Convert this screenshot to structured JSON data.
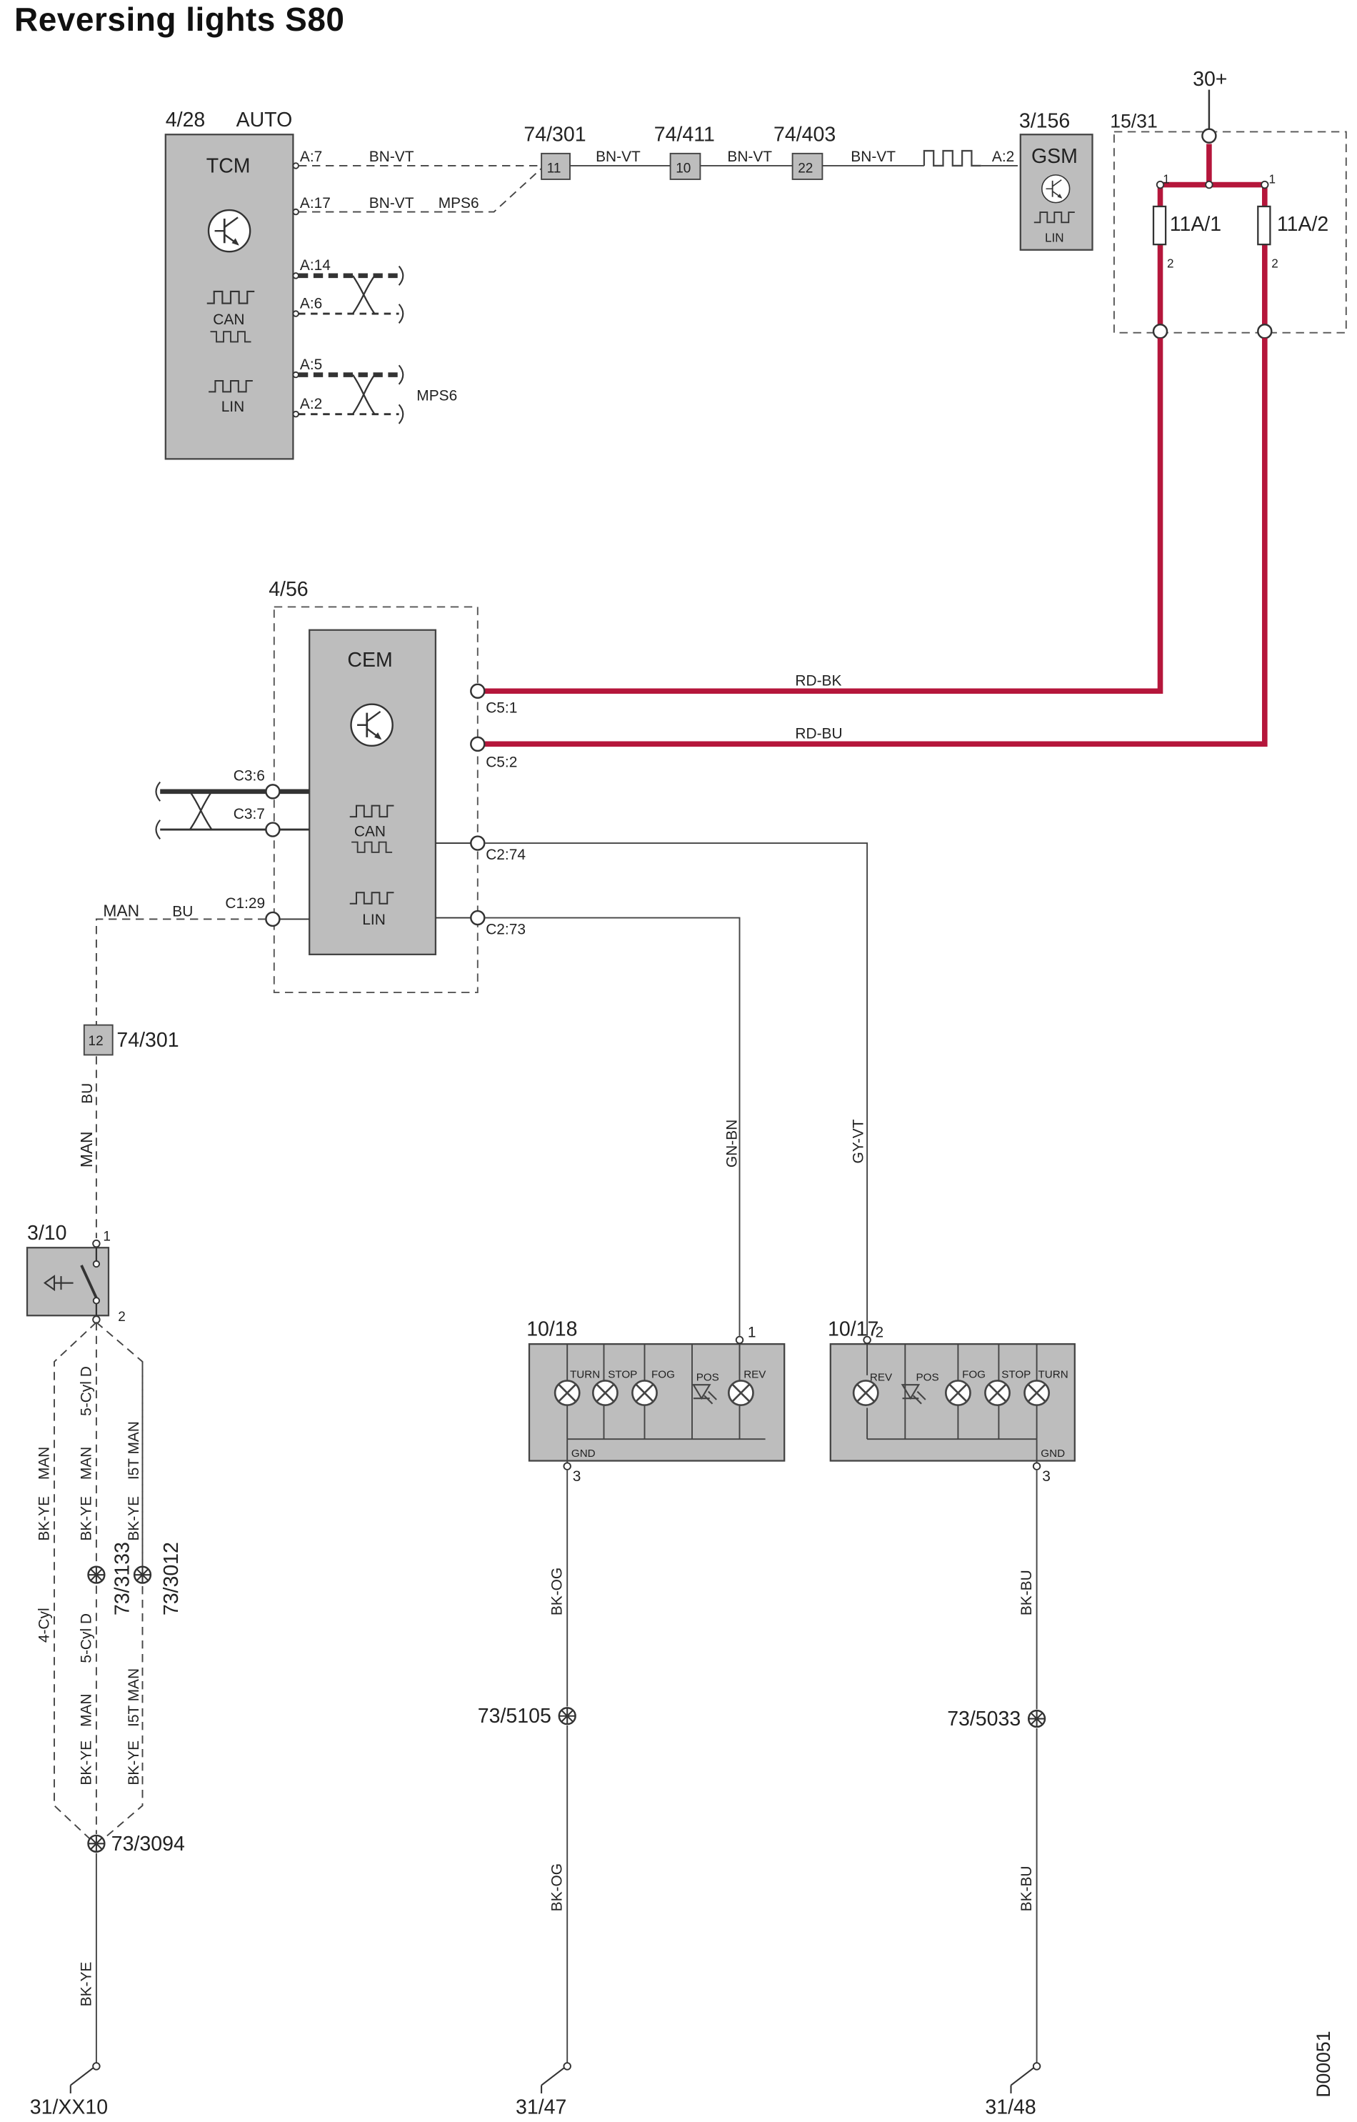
{
  "title": "Reversing lights S80",
  "drawing_id": "D00051",
  "colors": {
    "power_wire": "#B5163B",
    "module_fill": "#BDBDBD",
    "wire": "#333333"
  },
  "power": {
    "label": "30+"
  },
  "fusebox": {
    "ref": "15/31",
    "fuse1": "11A/1",
    "fuse2": "11A/2",
    "pin_in": "1",
    "pin_out": "2"
  },
  "tcm": {
    "ref": "4/28",
    "variant": "AUTO",
    "name": "TCM",
    "can": "CAN",
    "lin": "LIN",
    "pins": {
      "a7": "A:7",
      "a17": "A:17",
      "a14": "A:14",
      "a6": "A:6",
      "a5": "A:5",
      "a2": "A:2"
    },
    "mps6": "MPS6"
  },
  "connectors": {
    "c1": "74/301",
    "c2": "74/411",
    "c3": "74/403",
    "p1": "11",
    "p2": "10",
    "p3": "22",
    "p4": "12"
  },
  "gsm": {
    "ref": "3/156",
    "name": "GSM",
    "lin": "LIN",
    "pin": "A:2"
  },
  "wires": {
    "bn_vt": "BN-VT",
    "mps6": "MPS6",
    "rd_bk": "RD-BK",
    "rd_bu": "RD-BU",
    "gn_bn": "GN-BN",
    "gy_vt": "GY-VT",
    "man": "MAN",
    "bu": "BU",
    "bk_ye": "BK-YE",
    "bk_og": "BK-OG",
    "bk_bu": "BK-BU",
    "cyl5d": "5-Cyl D",
    "cyl4": "4-Cyl",
    "i5t_man": "I5T MAN"
  },
  "cem": {
    "ref": "4/56",
    "name": "CEM",
    "can": "CAN",
    "lin": "LIN",
    "pins": {
      "c51": "C5:1",
      "c52": "C5:2",
      "c36": "C3:6",
      "c37": "C3:7",
      "c129": "C1:29",
      "c274": "C2:74",
      "c273": "C2:73"
    }
  },
  "switch": {
    "ref": "3/10",
    "pin1": "1",
    "pin2": "2"
  },
  "lamp_left": {
    "ref": "10/18",
    "pin_rev": "1",
    "pin_gnd": "3",
    "labels": [
      "TURN",
      "STOP",
      "FOG",
      "POS",
      "REV"
    ],
    "gnd": "GND"
  },
  "lamp_right": {
    "ref": "10/17",
    "pin_rev": "2",
    "pin_gnd": "3",
    "labels": [
      "REV",
      "POS",
      "FOG",
      "STOP",
      "TURN"
    ],
    "gnd": "GND"
  },
  "splices": {
    "s3133": "73/3133",
    "s3012": "73/3012",
    "s3094": "73/3094",
    "s5105": "73/5105",
    "s5033": "73/5033"
  },
  "grounds": {
    "g1": "31/XX10",
    "g2": "31/47",
    "g3": "31/48"
  }
}
